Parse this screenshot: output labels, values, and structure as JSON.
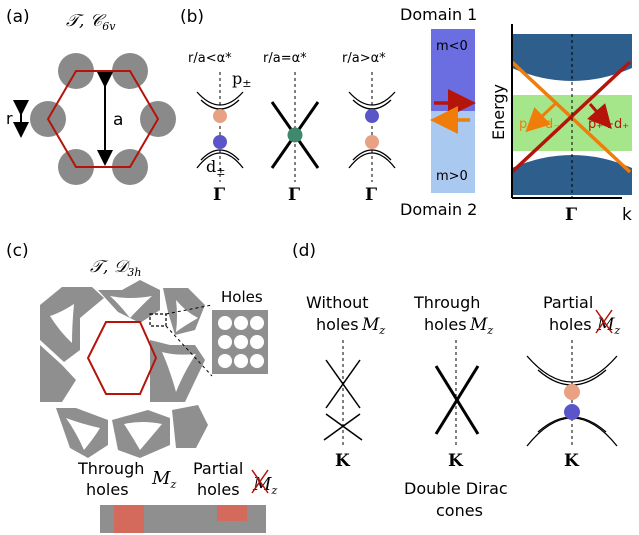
{
  "panel_a": {
    "label": "(a)",
    "symmetry": "𝒯, 𝒞",
    "symmetry_sub": "6v",
    "r_label": "r",
    "a_label": "a"
  },
  "panel_b": {
    "label": "(b)",
    "cones": [
      {
        "heading": "r/a<α*",
        "top_label": "p",
        "top_sub": "±",
        "bottom_label": "d",
        "bottom_sub": "±",
        "point": "Γ"
      },
      {
        "heading": "r/a=α*",
        "point": "Γ"
      },
      {
        "heading": "r/a>α*",
        "point": "Γ"
      }
    ],
    "domain_1": "Domain 1",
    "domain_2": "Domain 2",
    "mass_top": "m<0",
    "mass_bottom": "m>0",
    "band_plot": {
      "y_axis": "Energy",
      "x_axis": "k",
      "point": "Γ",
      "edge_state_orange": "p₋+d₋",
      "edge_state_red": "p₊+d₊"
    },
    "colors": {
      "red": "#b4140a",
      "orange": "#f07d0a",
      "bulk": "#2e5e8c",
      "gap": "#a6e68a",
      "domain_top": "#6a6ee0",
      "domain_bottom": "#a9c9f0"
    }
  },
  "panel_c": {
    "label": "(c)",
    "symmetry": "𝒯, 𝒟",
    "symmetry_sub": "3h",
    "holes_label": "Holes",
    "through_label": "Through holes",
    "through_line1": "Through",
    "through_line2": "holes",
    "partial_line1": "Partial",
    "partial_line2": "holes",
    "mz": "M",
    "mz_sub": "z"
  },
  "panel_d": {
    "label": "(d)",
    "cases": [
      {
        "line1": "Without",
        "line2": "holes",
        "point": "K"
      },
      {
        "line1": "Through",
        "line2": "holes",
        "point": "K"
      },
      {
        "line1": "Partial",
        "line2": "holes",
        "point": "K"
      }
    ],
    "mz": "M",
    "mz_sub": "z",
    "caption_line1": "Double Dirac",
    "caption_line2": "cones"
  }
}
